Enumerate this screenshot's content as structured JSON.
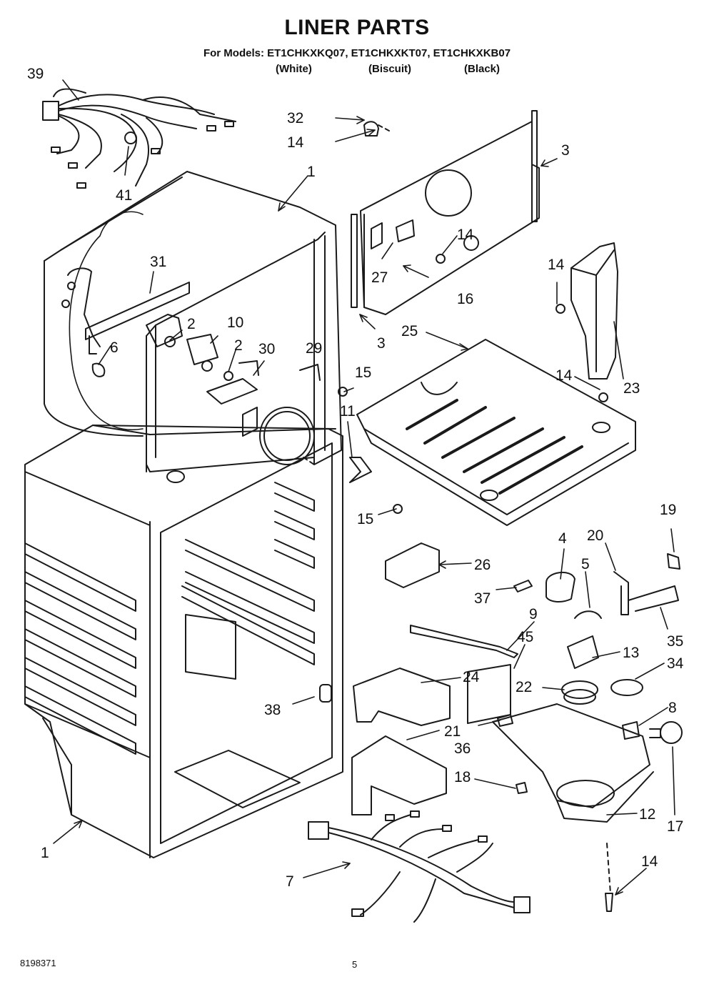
{
  "title": "LINER PARTS",
  "models_line": "For Models: ET1CHKXKQ07, ET1CHKXKT07, ET1CHKXKB07",
  "color_labels": [
    "(White)",
    "(Biscuit)",
    "(Black)"
  ],
  "callouts": [
    "39",
    "41",
    "1",
    "32",
    "14",
    "3",
    "31",
    "2",
    "10",
    "6",
    "2",
    "30",
    "29",
    "15",
    "27",
    "14",
    "16",
    "3",
    "25",
    "14",
    "23",
    "14",
    "11",
    "15",
    "19",
    "20",
    "4",
    "5",
    "26",
    "37",
    "35",
    "9",
    "13",
    "45",
    "34",
    "24",
    "22",
    "8",
    "38",
    "21",
    "36",
    "18",
    "12",
    "17",
    "1",
    "7",
    "14"
  ],
  "doc_number": "8198371",
  "page_number": "5"
}
